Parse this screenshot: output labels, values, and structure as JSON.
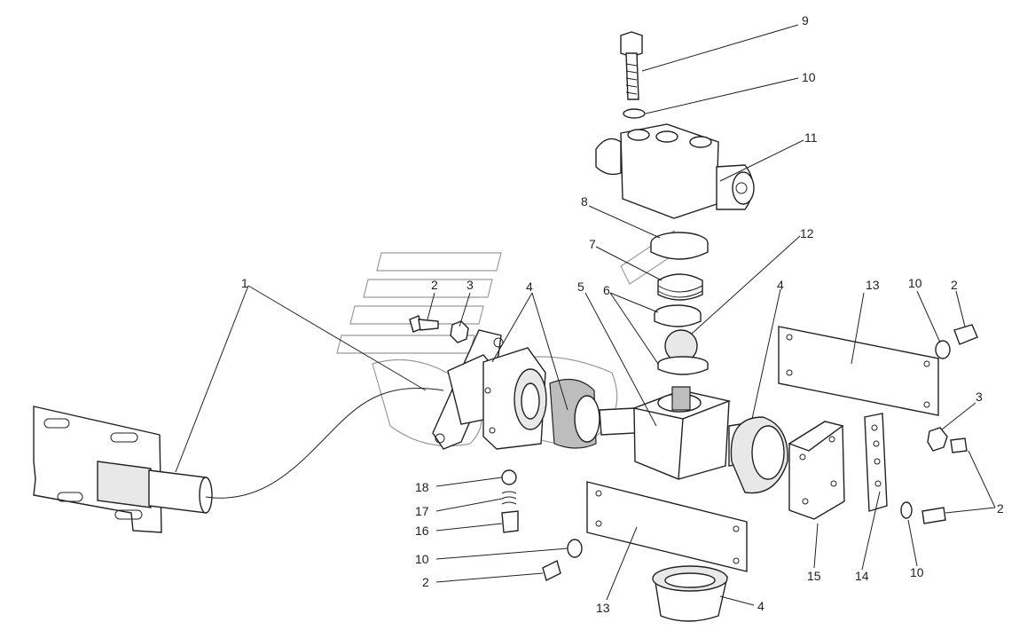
{
  "callouts": {
    "c1": "1",
    "c2a": "2",
    "c3a": "3",
    "c4a": "4",
    "c5": "5",
    "c6": "6",
    "c7": "7",
    "c8": "8",
    "c9": "9",
    "c10a": "10",
    "c11": "11",
    "c12": "12",
    "c4b": "4",
    "c13a": "13",
    "c10b": "10",
    "c2b": "2",
    "c3b": "3",
    "c2c": "2",
    "c10c": "10",
    "c14": "14",
    "c15": "15",
    "c4c": "4",
    "c13b": "13",
    "c18": "18",
    "c17": "17",
    "c16": "16",
    "c10d": "10",
    "c2d": "2"
  }
}
